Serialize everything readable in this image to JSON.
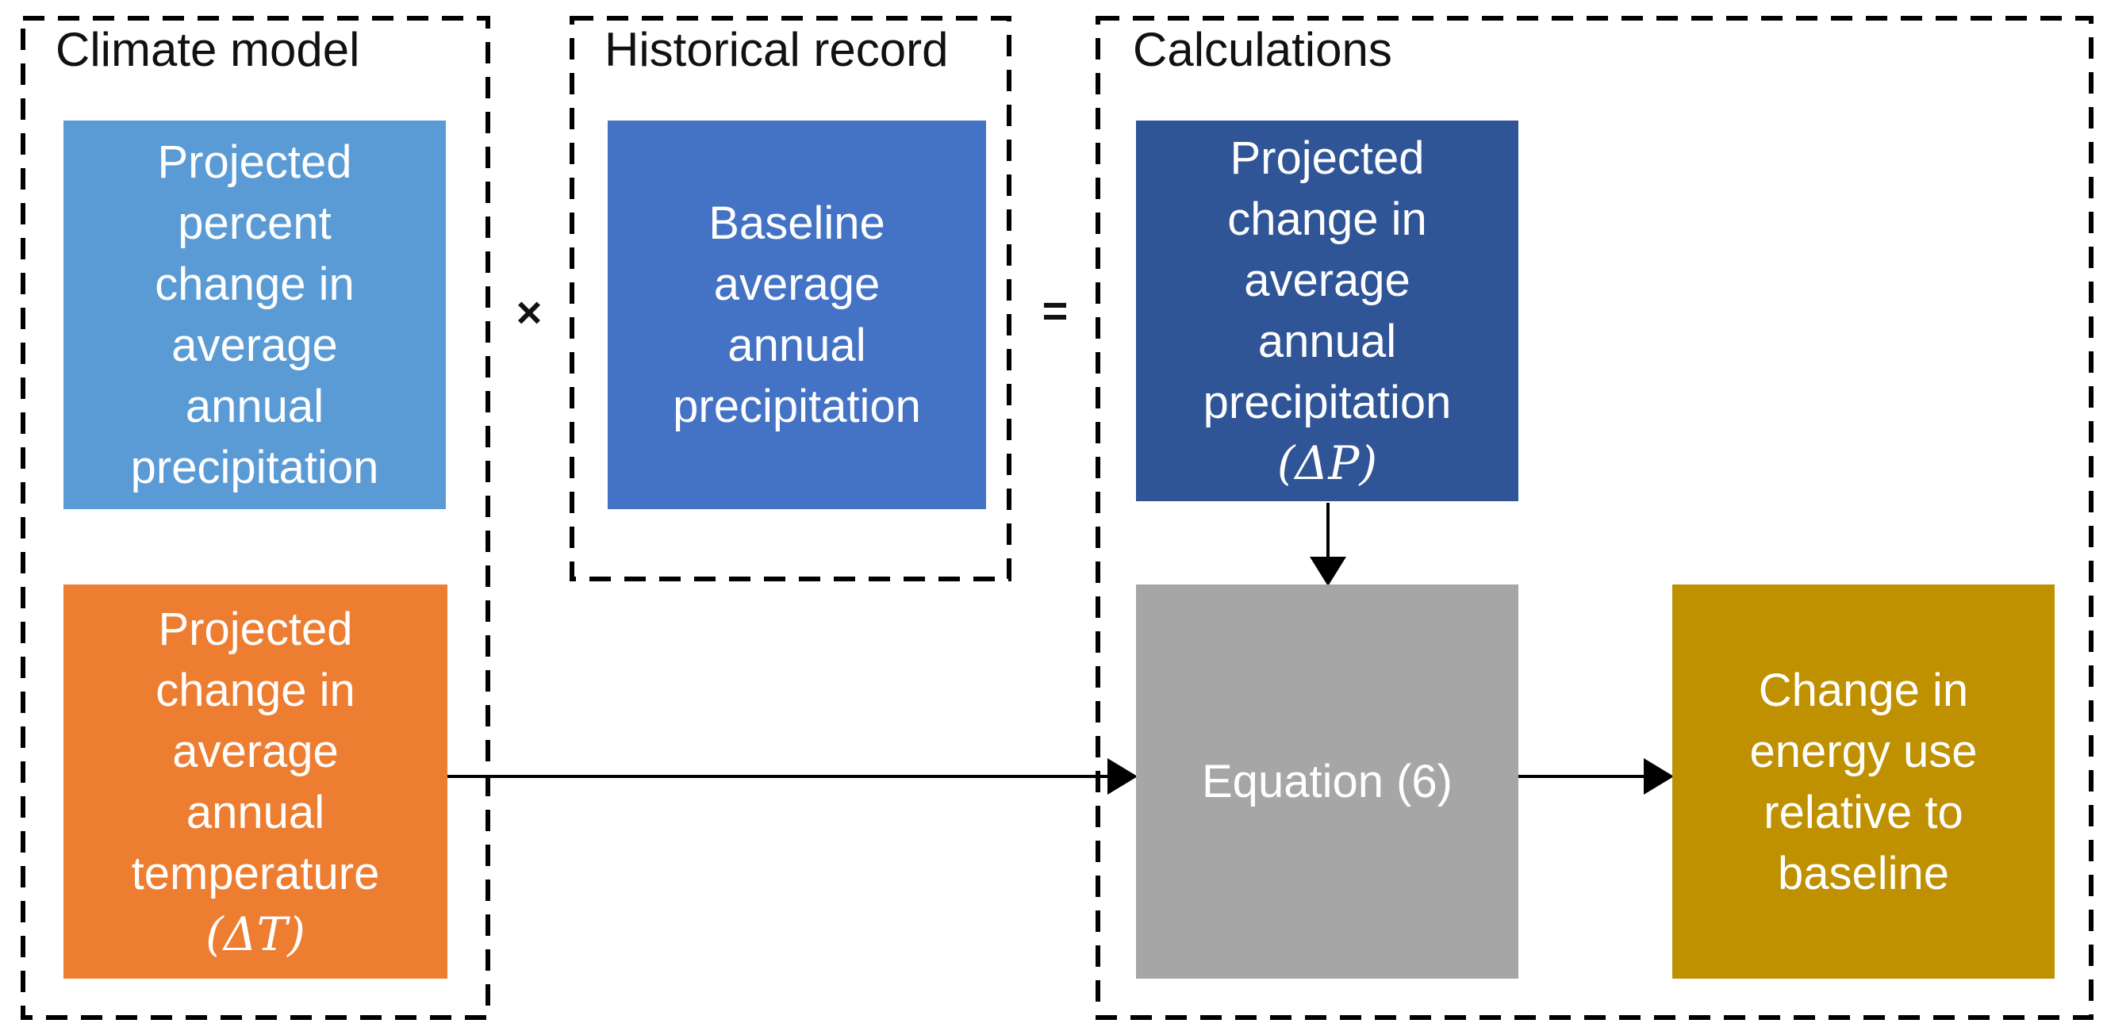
{
  "diagram": {
    "groups": {
      "climate_model": {
        "title": "Climate model"
      },
      "historical_record": {
        "title": "Historical record"
      },
      "calculations": {
        "title": "Calculations"
      }
    },
    "boxes": {
      "projected_percent_precip": {
        "text": "Projected\npercent\nchange in\naverage\nannual\nprecipitation",
        "color": "#5B9BD5"
      },
      "projected_temp": {
        "text": "Projected\nchange in\naverage\nannual\ntemperature",
        "symbol": "(ΔT)",
        "color": "#ED7D31"
      },
      "baseline_precip": {
        "text": "Baseline\naverage\nannual\nprecipitation",
        "color": "#4472C4"
      },
      "projected_precip_change": {
        "text": "Projected\nchange in\naverage\nannual\nprecipitation",
        "symbol": "(ΔP)",
        "color": "#2F5597"
      },
      "equation": {
        "text": "Equation (6)",
        "color": "#A6A6A6"
      },
      "energy_use": {
        "text": "Change in\nenergy use\nrelative to\nbaseline",
        "color": "#BF9000"
      }
    },
    "operators": {
      "multiply": "×",
      "equals": "="
    },
    "colors": {
      "outline": "#000000",
      "arrow": "#000000",
      "box_text": "#FFFFFF",
      "title_text": "#111111"
    }
  }
}
